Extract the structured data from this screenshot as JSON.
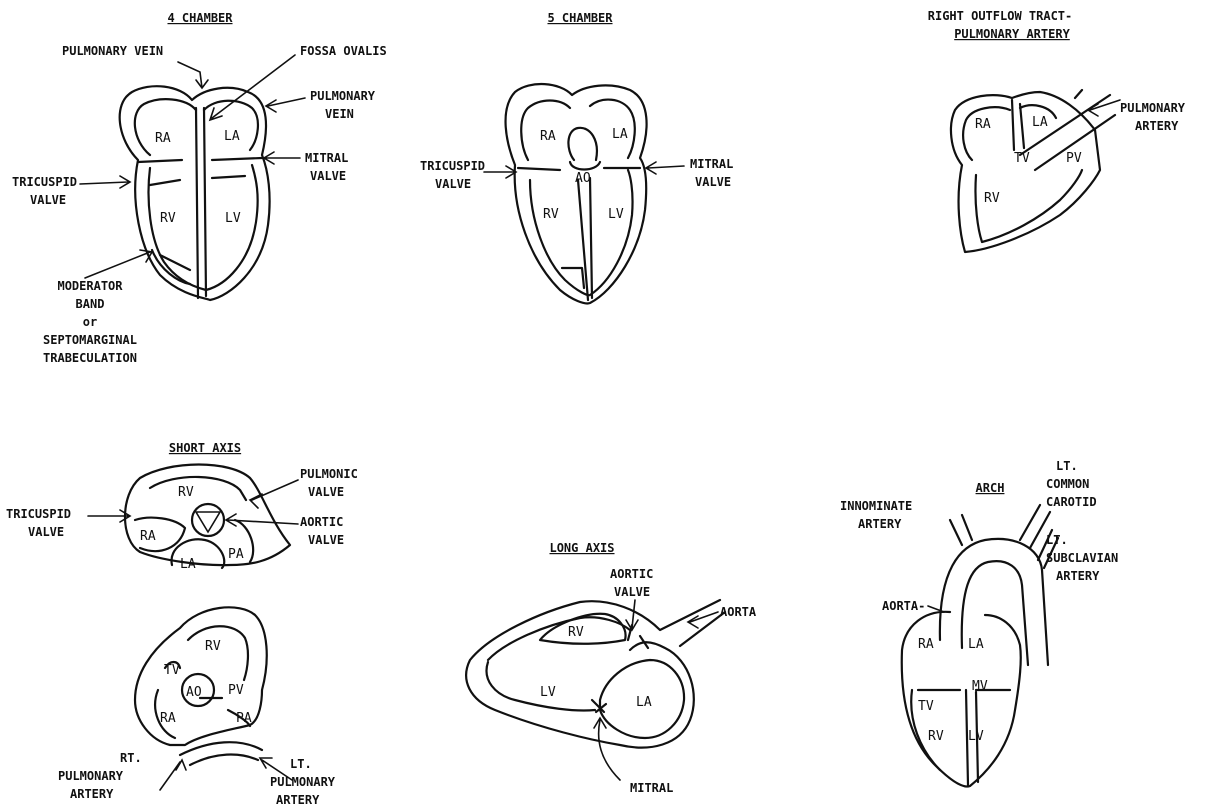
{
  "colors": {
    "ink": "#111111",
    "paper": "#ffffff"
  },
  "four_chamber": {
    "title": "4 CHAMBER",
    "pulmonary_vein_top": "PULMONARY VEIN",
    "fossa_ovalis": "FOSSA OVALIS",
    "pulmonary_vein_right": [
      "PULMONARY",
      "VEIN"
    ],
    "mitral_valve": [
      "MITRAL",
      "VALVE"
    ],
    "tricuspid_valve": [
      "TRICUSPID",
      "VALVE"
    ],
    "moderator_band": [
      "MODERATOR",
      "BAND",
      "or",
      "SEPTOMARGINAL",
      "TRABECULATION"
    ],
    "ra": "RA",
    "la": "LA",
    "rv": "RV",
    "lv": "LV"
  },
  "five_chamber": {
    "title": "5 CHAMBER",
    "tricuspid_valve": [
      "TRICUSPID",
      "VALVE"
    ],
    "mitral_valve": [
      "MITRAL",
      "VALVE"
    ],
    "ra": "RA",
    "la": "LA",
    "ao": "AO",
    "rv": "RV",
    "lv": "LV"
  },
  "outflow": {
    "title": [
      "RIGHT OUTFLOW TRACT-",
      "PULMONARY ARTERY"
    ],
    "pulmonary_artery": [
      "PULMONARY",
      "ARTERY"
    ],
    "ra": "RA",
    "la": "LA",
    "tv": "TV",
    "pv": "PV",
    "rv": "RV"
  },
  "short_axis": {
    "title": "SHORT AXIS",
    "tricuspid_valve": [
      "TRICUSPID",
      "VALVE"
    ],
    "pulmonic_valve": [
      "PULMONIC",
      "VALVE"
    ],
    "aortic_valve": [
      "AORTIC",
      "VALVE"
    ],
    "rv": "RV",
    "ra": "RA",
    "la": "LA",
    "pa": "PA",
    "lower": {
      "rv": "RV",
      "tv": "TV",
      "ao": "AO",
      "pv": "PV",
      "ra": "RA",
      "pa": "PA",
      "rt_pulmonary_artery": [
        "RT.",
        "PULMONARY",
        "ARTERY"
      ],
      "lt_pulmonary_artery": [
        "LT.",
        "PULMONARY",
        "ARTERY"
      ]
    }
  },
  "long_axis": {
    "title": "LONG AXIS",
    "aortic_valve": [
      "AORTIC",
      "VALVE"
    ],
    "aorta": "AORTA",
    "mitral": "MITRAL",
    "rv": "RV",
    "lv": "LV",
    "la": "LA"
  },
  "arch": {
    "title": "ARCH",
    "innominate_artery": [
      "INNOMINATE",
      "ARTERY"
    ],
    "lt_common_carotid": [
      "LT.",
      "COMMON",
      "CAROTID"
    ],
    "lt_subclavian_artery": [
      "LT.",
      "SUBCLAVIAN",
      "ARTERY"
    ],
    "aorta": "AORTA-",
    "ra": "RA",
    "la": "LA",
    "tv": "TV",
    "mv": "MV",
    "rv": "RV",
    "lv": "LV"
  }
}
